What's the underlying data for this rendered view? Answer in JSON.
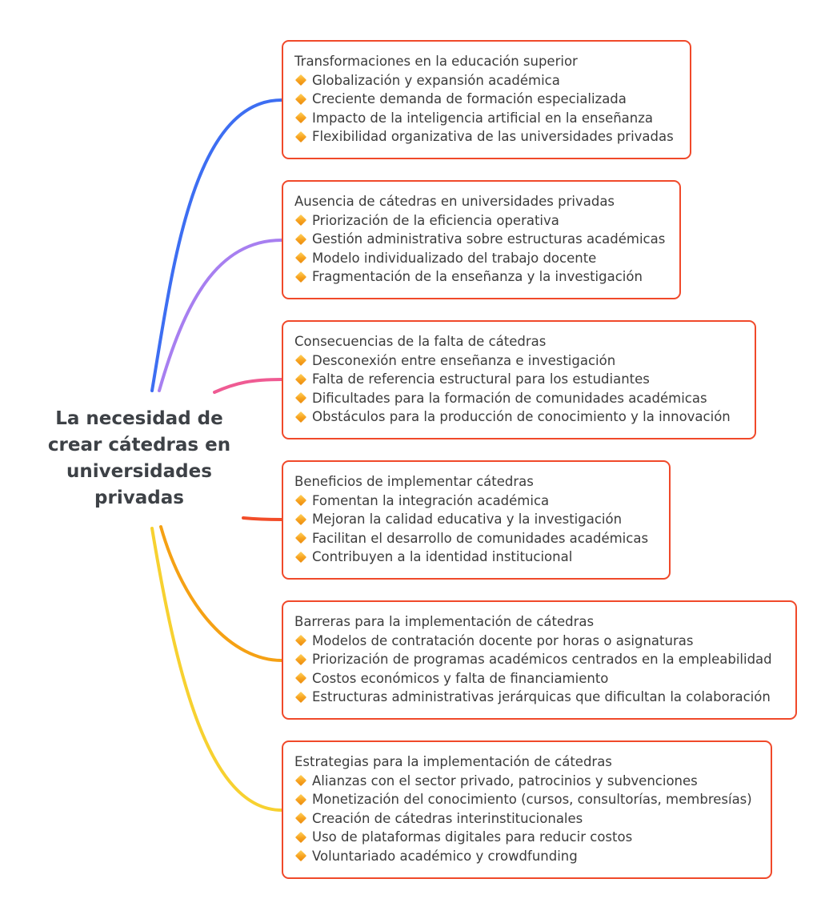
{
  "root": {
    "title": "La necesidad de\ncrear cátedras en\nuniversidades\nprivadas"
  },
  "colors": {
    "node_border": "#f0492a",
    "bullet": "#f7a21e",
    "branches": [
      "#3d6ef2",
      "#a77ff0",
      "#ef5b93",
      "#f24d29",
      "#f5a114",
      "#f7d130"
    ]
  },
  "icons": {
    "bullet": "orange-diamond-icon"
  },
  "branches": [
    {
      "title": "Transformaciones en la educación superior",
      "items": [
        "Globalización y expansión académica",
        "Creciente demanda de formación especializada",
        "Impacto de la inteligencia artificial en la enseñanza",
        "Flexibilidad organizativa de las universidades privadas"
      ]
    },
    {
      "title": "Ausencia de cátedras en universidades privadas",
      "items": [
        "Priorización de la eficiencia operativa",
        "Gestión administrativa sobre estructuras académicas",
        "Modelo individualizado del trabajo docente",
        "Fragmentación de la enseñanza y la investigación"
      ]
    },
    {
      "title": "Consecuencias de la falta de cátedras",
      "items": [
        "Desconexión entre enseñanza e investigación",
        "Falta de referencia estructural para los estudiantes",
        "Dificultades para la formación de comunidades académicas",
        "Obstáculos para la producción de conocimiento y la innovación"
      ]
    },
    {
      "title": "Beneficios de implementar cátedras",
      "items": [
        "Fomentan la integración académica",
        "Mejoran la calidad educativa y la investigación",
        "Facilitan el desarrollo de comunidades académicas",
        "Contribuyen a la identidad institucional"
      ]
    },
    {
      "title": "Barreras para la implementación de cátedras",
      "items": [
        "Modelos de contratación docente por horas o asignaturas",
        "Priorización de programas académicos centrados en la empleabilidad",
        "Costos económicos y falta de financiamiento",
        "Estructuras administrativas jerárquicas que dificultan la colaboración"
      ]
    },
    {
      "title": "Estrategias para la implementación de cátedras",
      "items": [
        "Alianzas con el sector privado, patrocinios y subvenciones",
        "Monetización del conocimiento (cursos, consultorías, membresías)",
        "Creación de cátedras interinstitucionales",
        "Uso de plataformas digitales para reducir costos",
        "Voluntariado académico y crowdfunding"
      ]
    }
  ]
}
